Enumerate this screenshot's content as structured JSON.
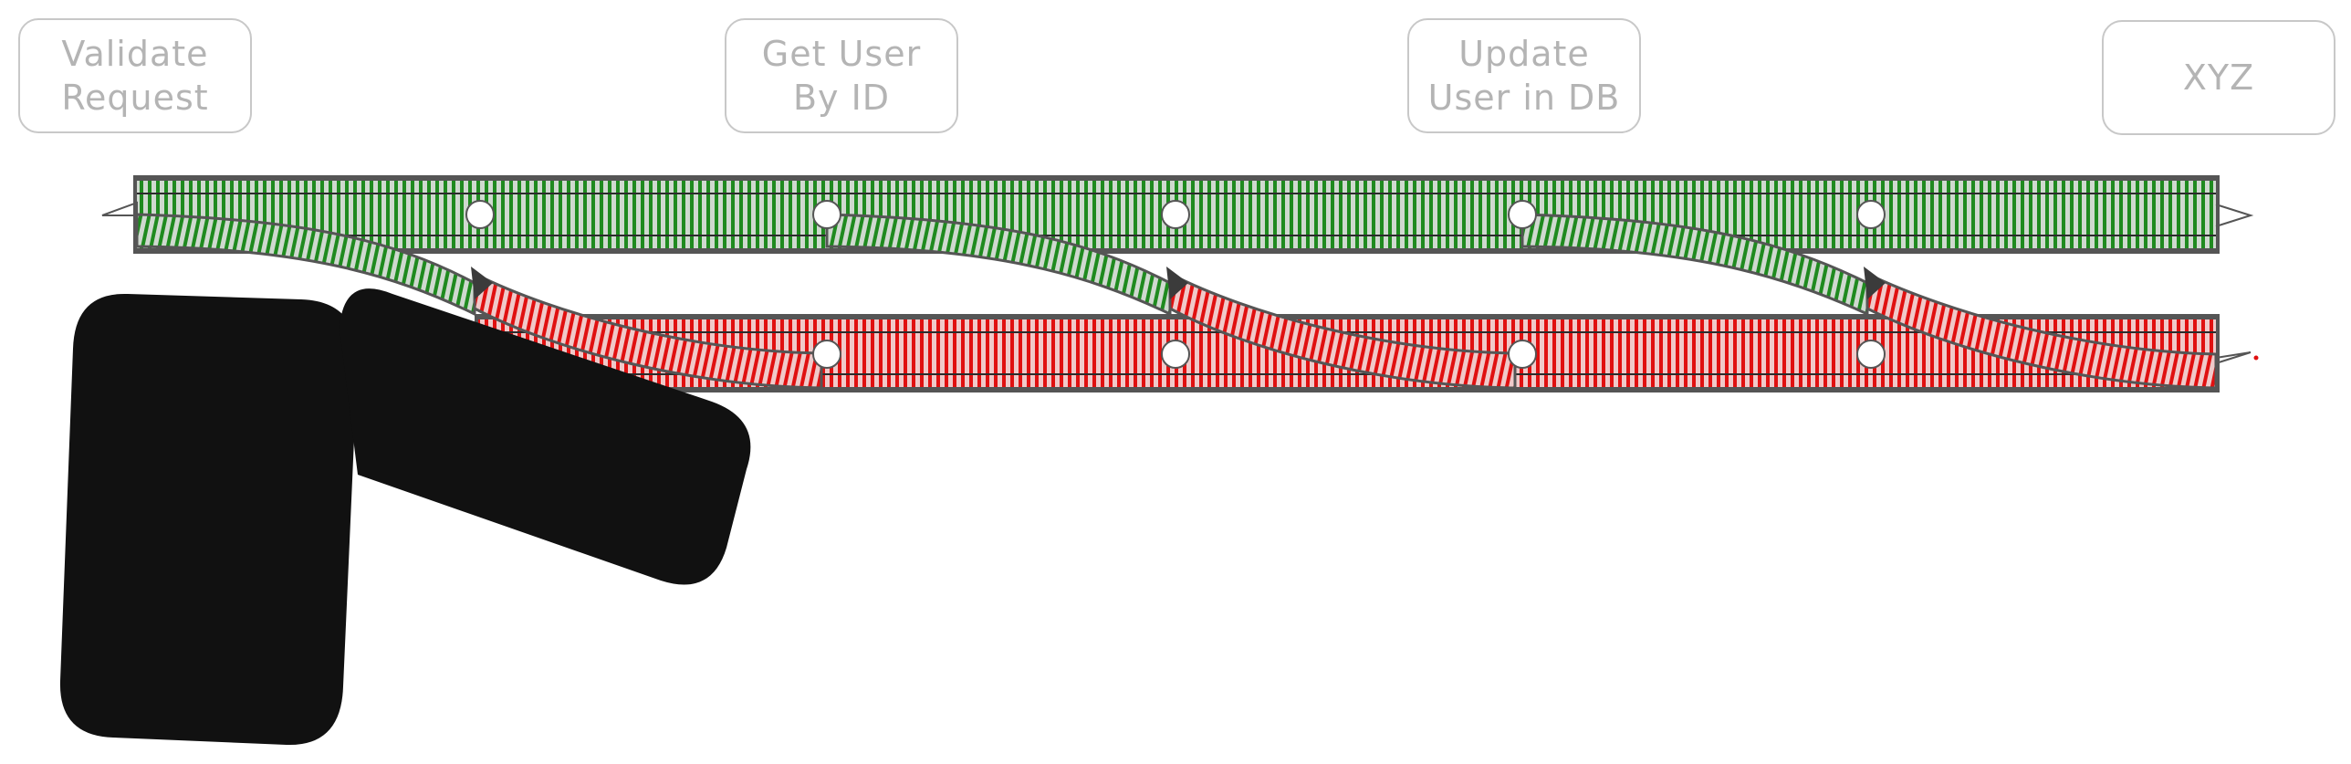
{
  "steps": [
    {
      "id": "validate",
      "label": "Validate\nRequest"
    },
    {
      "id": "getuser",
      "label": "Get User\nBy ID"
    },
    {
      "id": "update",
      "label": "Update\nUser in DB"
    },
    {
      "id": "xyz",
      "label": "XYZ"
    }
  ],
  "colors": {
    "success_track": "#1f8a1f",
    "failure_track": "#e01010",
    "rail_border": "#555555",
    "tie_light": "#cfcfcf",
    "box_border": "#c8c8c8",
    "box_text": "#b4b4b4",
    "redaction": "#111111"
  },
  "diagram": {
    "tracks": [
      "success-track",
      "failure-track"
    ],
    "switches": 3,
    "markers_on_success_track": 5,
    "markers_on_failure_track": 4
  }
}
